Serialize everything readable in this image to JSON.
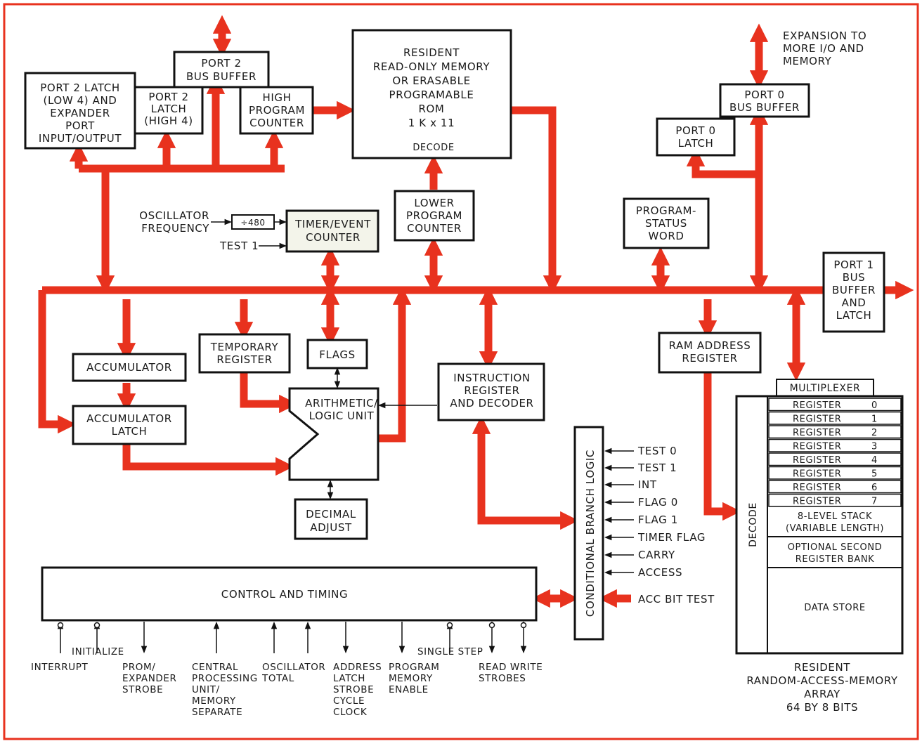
{
  "colors": {
    "bus": "#e8321e",
    "frame": "#e8321e",
    "ink": "#111111"
  },
  "labels": {
    "port2_latch_low": [
      "PORT 2 LATCH",
      "(LOW 4) AND",
      "EXPANDER",
      "PORT",
      "INPUT/OUTPUT"
    ],
    "port2_latch_high": [
      "PORT 2",
      "LATCH",
      "(HIGH 4)"
    ],
    "port2_bus_buffer": [
      "PORT 2",
      "BUS BUFFER"
    ],
    "high_pc": [
      "HIGH",
      "PROGRAM",
      "COUNTER"
    ],
    "rom": [
      "RESIDENT",
      "READ-ONLY MEMORY",
      "OR ERASABLE",
      "PROGRAMABLE",
      "ROM",
      "1 K x 11"
    ],
    "rom_decode": "DECODE",
    "lower_pc": [
      "LOWER",
      "PROGRAM",
      "COUNTER"
    ],
    "expansion": [
      "EXPANSION TO",
      "MORE I/O AND",
      "MEMORY"
    ],
    "port0_bus_buffer": [
      "PORT 0",
      "BUS BUFFER"
    ],
    "port0_latch": [
      "PORT 0",
      "LATCH"
    ],
    "oscillator": [
      "OSCILLATOR",
      "FREQUENCY"
    ],
    "divider": "÷480",
    "test1_in": "TEST 1",
    "timer": [
      "TIMER/EVENT",
      "COUNTER"
    ],
    "psw": [
      "PROGRAM-",
      "STATUS",
      "WORD"
    ],
    "port1": [
      "PORT 1",
      "BUS",
      "BUFFER",
      "AND",
      "LATCH"
    ],
    "accumulator": "ACCUMULATOR",
    "acc_latch": [
      "ACCUMULATOR",
      "LATCH"
    ],
    "temp_reg": [
      "TEMPORARY",
      "REGISTER"
    ],
    "flags": "FLAGS",
    "alu": [
      "ARITHMETIC/",
      "LOGIC UNIT"
    ],
    "instr_reg": [
      "INSTRUCTION",
      "REGISTER",
      "AND DECODER"
    ],
    "ram_addr": [
      "RAM ADDRESS",
      "REGISTER"
    ],
    "multiplexer": "MULTIPLEXER",
    "ram_decode": "DECODE",
    "registers": [
      {
        "name": "REGISTER",
        "num": "0"
      },
      {
        "name": "REGISTER",
        "num": "1"
      },
      {
        "name": "REGISTER",
        "num": "2"
      },
      {
        "name": "REGISTER",
        "num": "3"
      },
      {
        "name": "REGISTER",
        "num": "4"
      },
      {
        "name": "REGISTER",
        "num": "5"
      },
      {
        "name": "REGISTER",
        "num": "6"
      },
      {
        "name": "REGISTER",
        "num": "7"
      }
    ],
    "stack": [
      "8-LEVEL STACK",
      "(VARIABLE LENGTH)"
    ],
    "second_bank": [
      "OPTIONAL SECOND",
      "REGISTER BANK"
    ],
    "data_store": "DATA STORE",
    "ram_caption": [
      "RESIDENT",
      "RANDOM-ACCESS-MEMORY",
      "ARRAY",
      "64 BY 8 BITS"
    ],
    "decimal_adjust": [
      "DECIMAL",
      "ADJUST"
    ],
    "cond_branch": "CONDITIONAL BRANCH LOGIC",
    "branch_inputs": [
      "TEST 0",
      "TEST 1",
      "INT",
      "FLAG 0",
      "FLAG 1",
      "TIMER FLAG",
      "CARRY",
      "ACCESS",
      "ACC BIT TEST"
    ],
    "control": "CONTROL AND TIMING",
    "ctrl_signals": {
      "interrupt": "INTERRUPT",
      "initialize": "INITIALIZE",
      "prom": [
        "PROM/",
        "EXPANDER",
        "STROBE"
      ],
      "cpu": [
        "CENTRAL",
        "PROCESSING",
        "UNIT/",
        "MEMORY",
        "SEPARATE"
      ],
      "osc": [
        "OSCILLATOR",
        "TOTAL"
      ],
      "address": [
        "ADDRESS",
        "LATCH",
        "STROBE",
        "CYCLE",
        "CLOCK"
      ],
      "program": [
        "PROGRAM",
        "MEMORY",
        "ENABLE"
      ],
      "single_step": "SINGLE STEP",
      "read_write": [
        "READ WRITE",
        "STROBES"
      ]
    }
  }
}
